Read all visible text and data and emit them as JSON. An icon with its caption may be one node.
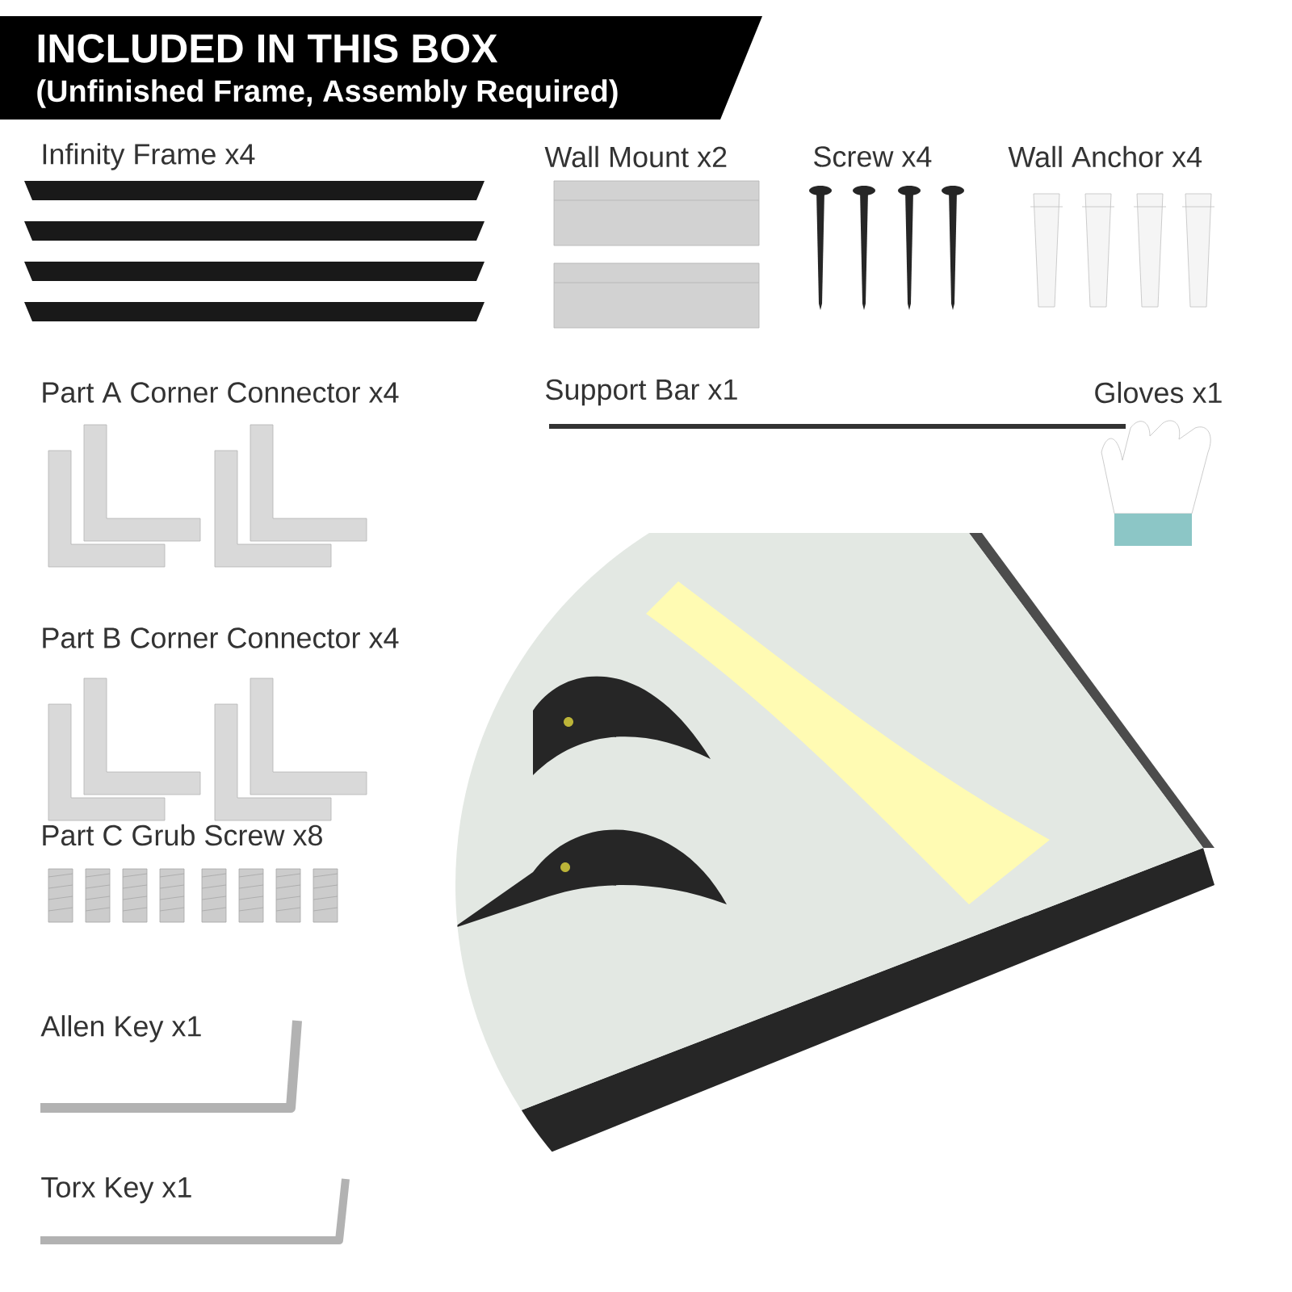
{
  "diagram": {
    "title": "INCLUDED IN THIS BOX",
    "labels": [
      "(Unfinished Frame, Assembly Required)",
      "Infinity Frame x4",
      "Wall Mount x2",
      "Screw x4",
      "Wall Anchor x4",
      "Part A Corner Connector x4",
      "Support Bar x1",
      "Gloves x1",
      "Part B Corner Connector x4",
      "Part C Grub Screw x8",
      "Allen Key x1",
      "Torx Key x1"
    ]
  }
}
